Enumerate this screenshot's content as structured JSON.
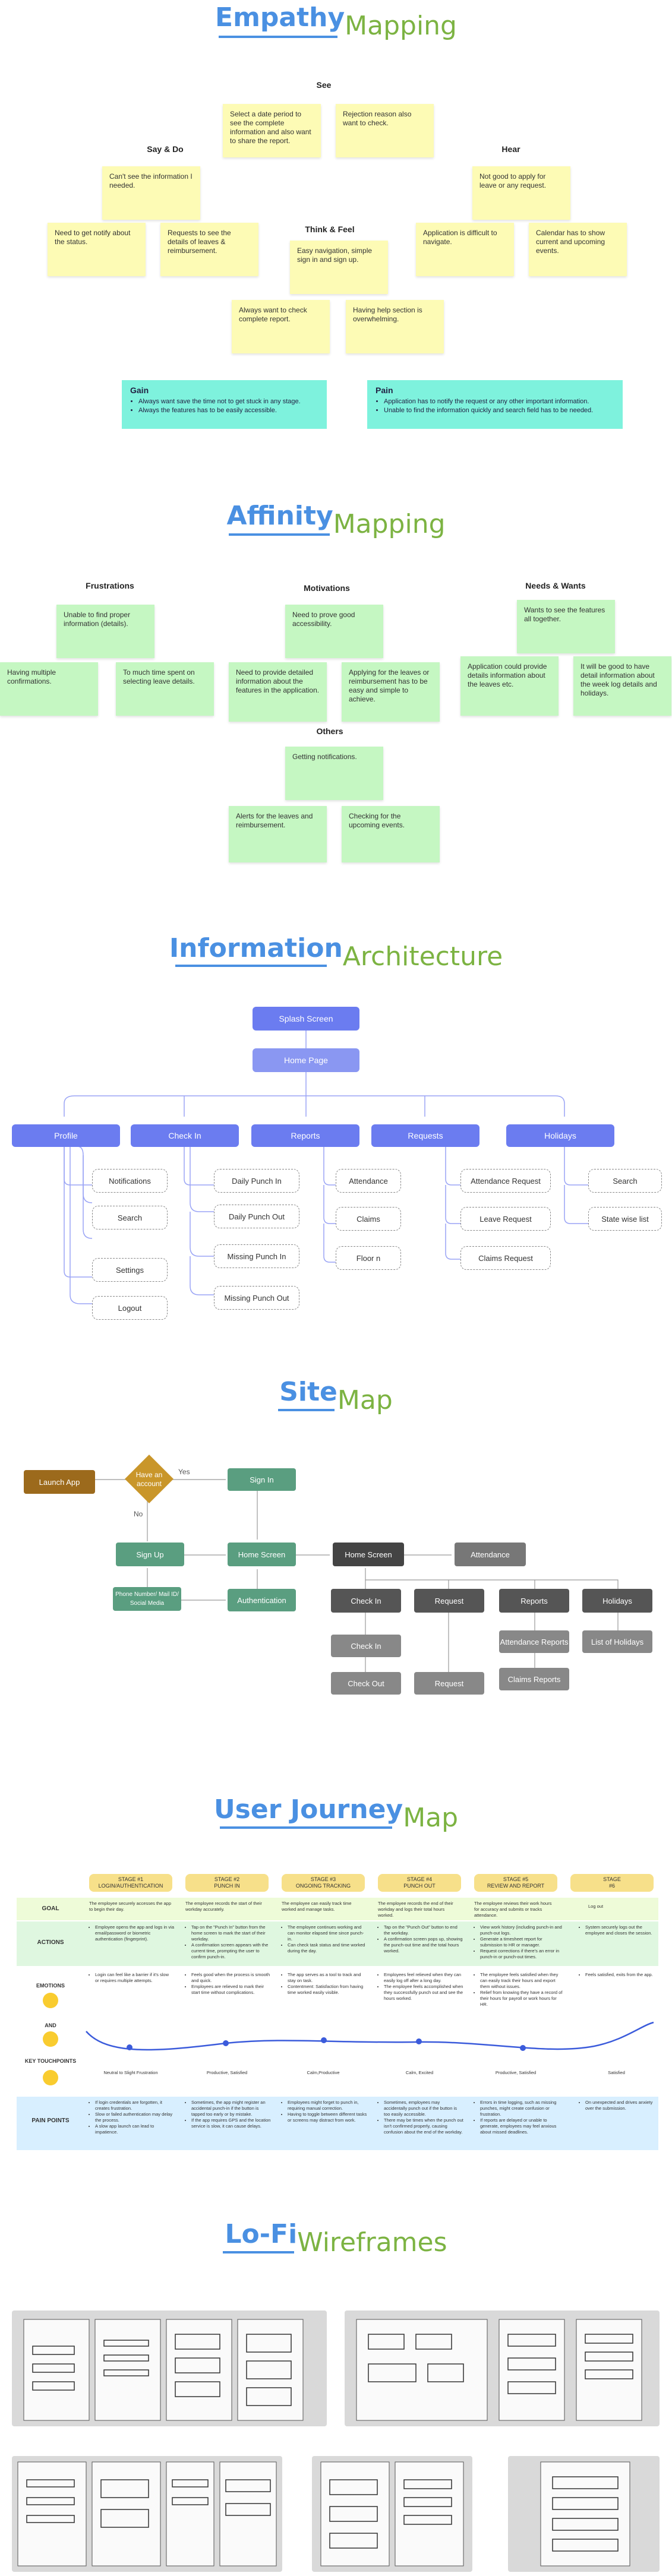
{
  "empathy": {
    "title_1": "Empathy",
    "title_2": "Mapping",
    "see_label": "See",
    "say_label": "Say & Do",
    "hear_label": "Hear",
    "think_label": "Think & Feel",
    "notes": {
      "see1": "Select a date period to see the complete information and also want to share the report.",
      "see2": "Rejection reason also want to check.",
      "say1": "Can't see the information I needed.",
      "say2": "Need to get notify about the status.",
      "say3": "Requests to see the details of leaves & reimbursement.",
      "hear1": "Not good to apply for leave or any request.",
      "hear2": "Application is difficult to navigate.",
      "hear3": "Calendar has to show current and upcoming events.",
      "think1": "Easy navigation, simple sign in and sign up.",
      "think2": "Always want to check complete report.",
      "think3": "Having help section is overwhelming."
    },
    "gain": {
      "title": "Gain",
      "items": [
        "Always want save the time not to get stuck in any stage.",
        "Always the features has to be easily accessible."
      ]
    },
    "pain": {
      "title": "Pain",
      "items": [
        "Application has to notify the request or any other important information.",
        "Unable to find the information quickly and search field has to be needed."
      ]
    }
  },
  "affinity": {
    "title_1": "Affinity",
    "title_2": "Mapping",
    "frustrations_label": "Frustrations",
    "motivations_label": "Motivations",
    "needs_label": "Needs & Wants",
    "others_label": "Others",
    "notes": {
      "f1": "Unable to find proper information (details).",
      "f2": "Having multiple confirmations.",
      "f3": "To much time spent on selecting leave details.",
      "m1": "Need to prove good accessibility.",
      "m2": "Need to provide detailed information about the features in the application.",
      "m3": "Applying for the leaves or reimbursement has to be easy and simple to achieve.",
      "n1": "Wants to see the features all together.",
      "n2": "Application could provide details information about the leaves etc.",
      "n3": "It will be good to have detail information about the week log details and holidays.",
      "o1": "Getting notifications.",
      "o2": "Alerts for the leaves and reimbursement.",
      "o3": "Checking for the upcoming events."
    }
  },
  "ia": {
    "title_1": "Information",
    "title_2": "Architecture",
    "splash": "Splash Screen",
    "home": "Home Page",
    "main": [
      "Profile",
      "Check In",
      "Reports",
      "Requests",
      "Holidays"
    ],
    "profile_sub": [
      "Notifications",
      "Search",
      "Settings",
      "Logout"
    ],
    "checkin_sub": [
      "Daily Punch In",
      "Daily Punch Out",
      "Missing Punch In",
      "Missing Punch Out"
    ],
    "reports_sub": [
      "Attendance",
      "Claims",
      "Floor n"
    ],
    "requests_sub": [
      "Attendance Request",
      "Leave Request",
      "Claims Request"
    ],
    "holidays_sub": [
      "Search",
      "State wise list"
    ]
  },
  "sitemap": {
    "title_1": "Site",
    "title_2": "Map",
    "launch": "Launch App",
    "have_account": "Have an account",
    "yes": "Yes",
    "no": "No",
    "sign_in": "Sign In",
    "sign_up": "Sign Up",
    "home_screen_g": "Home Screen",
    "phone": "Phone Number/ Mail ID/ Social Media",
    "authentication": "Authentication",
    "home_screen": "Home Screen",
    "attendance": "Attendance",
    "check_in": "Check In",
    "request": "Request",
    "reports": "Reports",
    "holidays": "Holidays",
    "check_in_sub": "Check In",
    "check_out": "Check Out",
    "request_sub": "Request",
    "attendance_reports": "Attendance Reports",
    "claims_reports": "Claims Reports",
    "list_holidays": "List of Holidays"
  },
  "journey": {
    "title_1": "User Journey",
    "title_2": "Map",
    "stages": [
      {
        "num": "STAGE #1",
        "name": "LOGIN/AUTHENTICATION"
      },
      {
        "num": "STAGE #2",
        "name": "PUNCH IN"
      },
      {
        "num": "STAGE #3",
        "name": "ONGOING TRACKING"
      },
      {
        "num": "STAGE #4",
        "name": "PUNCH OUT"
      },
      {
        "num": "STAGE #5",
        "name": "REVIEW AND REPORT"
      },
      {
        "num": "STAGE",
        "name": "#6"
      }
    ],
    "row_labels": {
      "goal": "GOAL",
      "actions": "ACTIONS",
      "emotions": "EMOTIONS",
      "and": "AND",
      "touchpoints": "KEY TOUCHPOINTS",
      "pain": "PAIN POINTS"
    },
    "goals": [
      "The employee securely accesses the app to begin their day.",
      "The employee records the start of their workday accurately.",
      "The employee can easily track time worked and manage tasks.",
      "The employee records the end of their workday and logs their total hours worked.",
      "The employee reviews their work hours for accuracy and submits or tracks attendance.",
      "Log out"
    ],
    "actions": [
      [
        "Employee opens the app and logs in via email/password or biometric authentication (fingerprint)."
      ],
      [
        "Tap on the \"Punch In\" button from the home screen to mark the start of their workday.",
        "A confirmation screen appears with the current time, prompting the user to confirm punch-in."
      ],
      [
        "The employee continues working and can monitor elapsed time since punch-in.",
        "Can check task status and time worked during the day."
      ],
      [
        "Tap on the \"Punch Out\" button to end the workday.",
        "A confirmation screen pops up, showing the punch-out time and the total hours worked."
      ],
      [
        "View work history (including punch-in and punch-out logs.",
        "Generate a timesheet report for submission to HR or manager.",
        "Request corrections if there's an error in punch-in or punch-out times."
      ],
      [
        "System securely logs out the employee and closes the session."
      ]
    ],
    "emotions": [
      [
        "Login can feel like a barrier if it's slow or requires multiple attempts."
      ],
      [
        "Feels good when the process is smooth and quick.",
        "Employees are relieved to mark their start time without complications."
      ],
      [
        "The app serves as a tool to track and stay on task.",
        "Contentment: Satisfaction from having time worked easily visible."
      ],
      [
        "Employees feel relieved when they can easily log off after a long day.",
        "The employee feels accomplished when they successfully punch out and see the hours worked."
      ],
      [
        "The employee feels satisfied when they can easily track their hours and export them without issues.",
        "Relief from knowing they have a record of their hours for payroll or work hours for HR."
      ],
      [
        "Feels satisfied, exits from the app."
      ]
    ],
    "curve_labels": [
      "Neutral to Slight Frustration",
      "Productive, Satisfied",
      "Calm,Productive",
      "Calm, Excited",
      "Productive, Satisfied",
      "Satisfied"
    ],
    "pains": [
      [
        "If login credentials are forgotten, it creates frustration.",
        "Slow or failed authentication may delay the process.",
        "A slow app launch can lead to impatience."
      ],
      [
        "Sometimes, the app might register an accidental punch-in if the button is tapped too early or by mistake.",
        "If the app requires GPS and the location service is slow, it can cause delays."
      ],
      [
        "Employees might forget to punch in, requiring manual correction.",
        "Having to toggle between different tasks or screens may distract from work."
      ],
      [
        "Sometimes, employees may accidentally punch out if the button is too easily accessible.",
        "There may be times when the punch out isn't confirmed properly, causing confusion about the end of the workday."
      ],
      [
        "Errors in time logging, such as missing punches, might create confusion or frustration.",
        "If reports are delayed or unable to generate, employees may feel anxious about missed deadlines."
      ],
      [
        "On unexpected and drives anxiety over the submission."
      ]
    ]
  },
  "wireframes": {
    "title_1": "Lo-Fi",
    "title_2": "Wireframes"
  }
}
